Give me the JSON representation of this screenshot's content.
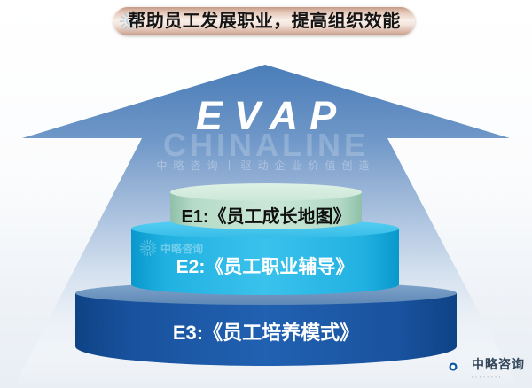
{
  "banner": {
    "title": "帮助员工发展职业，提高组织效能"
  },
  "arrow": {
    "label": "EVAP",
    "watermark_line1": "CHINALINE",
    "watermark_line2": "中略咨询丨驱动企业价值创造"
  },
  "tiers": [
    {
      "id": "E1",
      "label": "E1:《员工成长地图》"
    },
    {
      "id": "E2",
      "label": "E2:《员工职业辅导》"
    },
    {
      "id": "E3",
      "label": "E3:《员工培养模式》"
    }
  ],
  "tier_badge": {
    "name": "中略咨询"
  },
  "logo": {
    "name": "中略咨询",
    "tagline_dots": "▪▪▪▪▪▪▪▪"
  },
  "colors": {
    "banner_rose": "#d9b5a4",
    "arrow_blue_top": "#4a7db8",
    "arrow_blue_fade": "#e9eff6",
    "tier1_green": "#cae7d6",
    "tier2_cyan": "#29b7e6",
    "tier3_blue": "#1c58a4",
    "logo_blue": "#1a7cc0",
    "text_dark": "#141414"
  }
}
